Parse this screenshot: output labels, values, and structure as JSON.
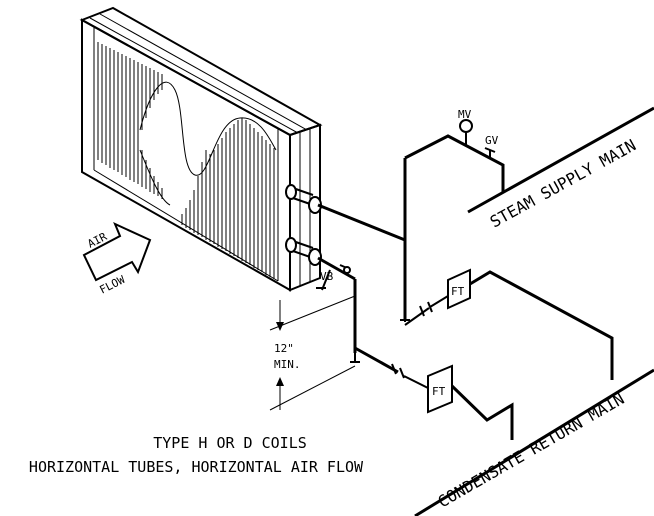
{
  "labels": {
    "mv": "MV",
    "gv": "GV",
    "vb": "VB",
    "ft_upper": "FT",
    "ft_lower": "FT",
    "steam_main": "STEAM SUPPLY MAIN",
    "condensate_main": "CONDENSATE RETURN MAIN",
    "air": "AIR",
    "flow": "FLOW",
    "dim_value": "12\"",
    "dim_unit": "MIN.",
    "caption_line1": "TYPE H OR D COILS",
    "caption_line2": "HORIZONTAL TUBES, HORIZONTAL AIR FLOW"
  },
  "colors": {
    "ink": "#000000",
    "paper": "#ffffff"
  }
}
